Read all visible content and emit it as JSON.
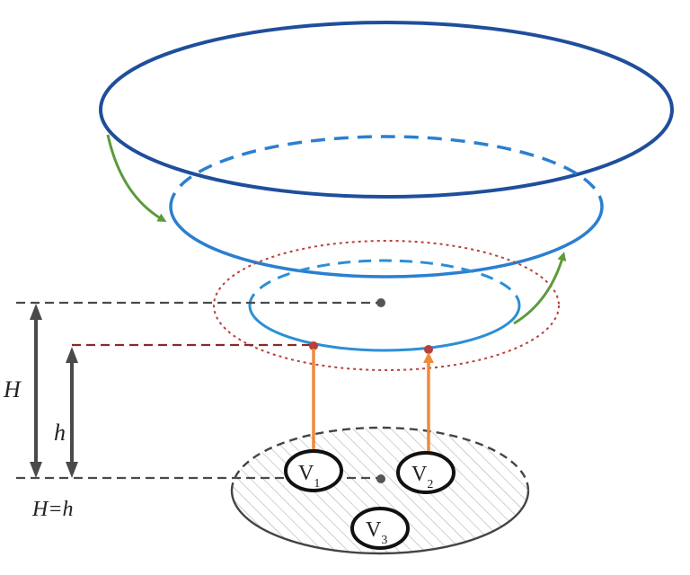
{
  "labels": {
    "H": "H",
    "h": "h",
    "H_eq_h": "H=h",
    "V1": {
      "main": "V",
      "sub": "1"
    },
    "V2": {
      "main": "V",
      "sub": "2"
    },
    "V3": {
      "main": "V",
      "sub": "3"
    }
  },
  "colors": {
    "top_ring": "#1f4e9c",
    "middle_ring": "#2b7fd0",
    "inner_ring": "#2b8fd6",
    "dotted_ellipse": "#b8403a",
    "green_arrow": "#5c9a3c",
    "orange_arrow": "#f08a3a",
    "dim_line": "#4a4a4a",
    "red_dash": "#8b2a2a",
    "hatch": "#9a9a9a",
    "ground_outline": "#444444"
  }
}
